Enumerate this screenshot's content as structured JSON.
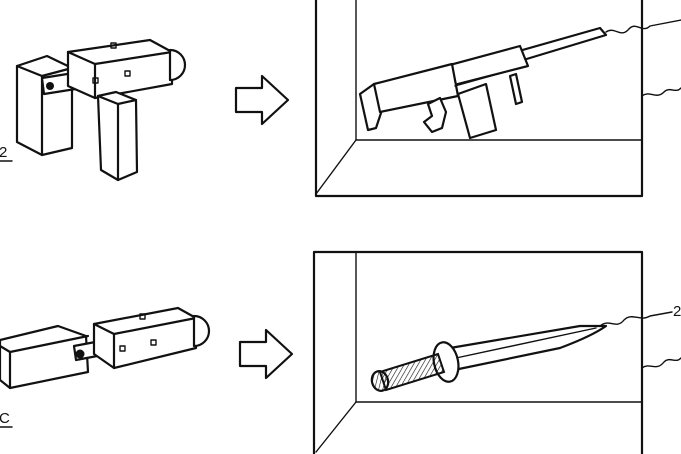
{
  "labels": {
    "fig_top_ref": "2",
    "fig_bottom_ref": "C",
    "lead_label_knife": "2"
  },
  "colors": {
    "ink": "#111111",
    "paper": "#ffffff"
  }
}
